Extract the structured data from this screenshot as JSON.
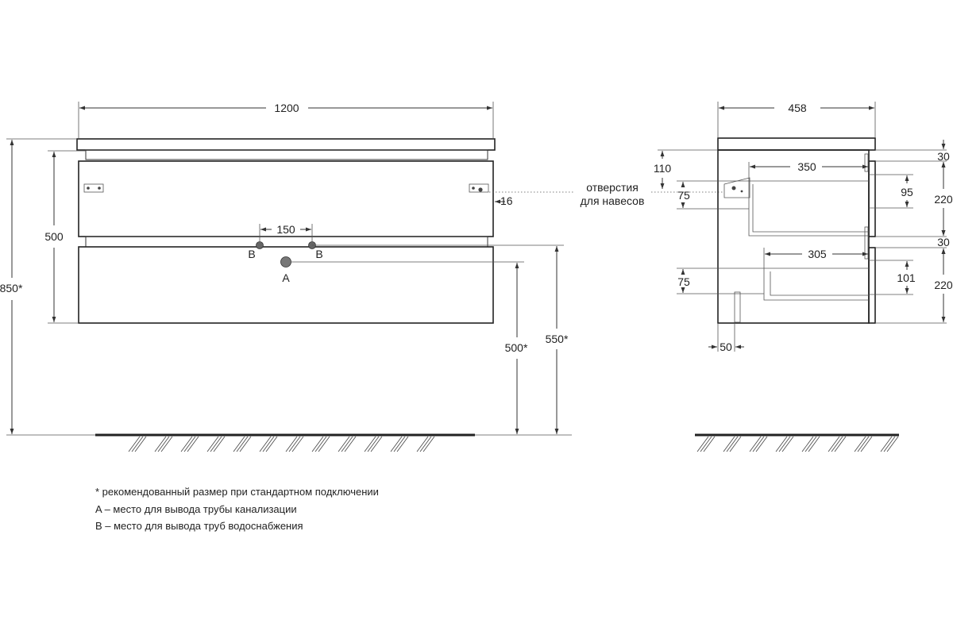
{
  "front_view": {
    "width": "1200",
    "height_total": "850*",
    "height_body": "500",
    "bracket_offset": "16",
    "pipe_spacing": "150",
    "label_b_left": "B",
    "label_b_right": "B",
    "label_a": "A",
    "floor_to_a": "500*",
    "floor_to_b": "550*"
  },
  "callout": {
    "line1": "отверстия",
    "line2": "для навесов"
  },
  "side_view": {
    "depth": "458",
    "top_offset": "110",
    "bracket_offset": "75",
    "drawer1_depth": "350",
    "drawer1_inner": "95",
    "drawer1_height": "220",
    "gap_top": "30",
    "gap_mid": "30",
    "drawer2_depth": "305",
    "drawer2_offset": "75",
    "drawer2_inner": "101",
    "drawer2_height": "220",
    "back_offset": "50"
  },
  "notes": [
    "* рекомендованный размер при стандартном подключении",
    "A – место для вывода трубы канализации",
    "B – место для вывода труб водоснабжения"
  ]
}
